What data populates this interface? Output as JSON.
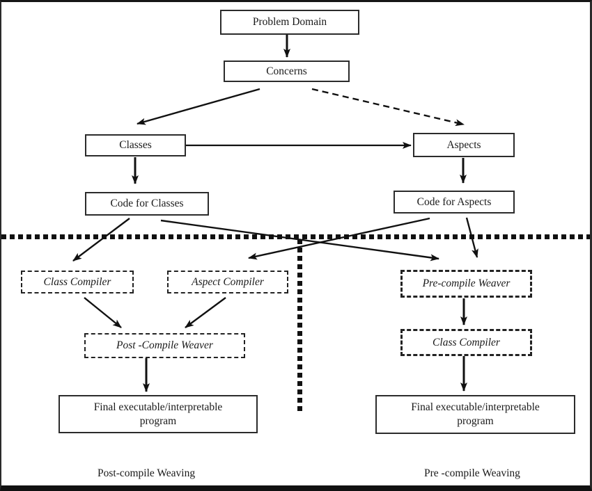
{
  "diagram": {
    "nodes": {
      "problem_domain": {
        "label": "Problem Domain"
      },
      "concerns": {
        "label": "Concerns"
      },
      "classes": {
        "label": "Classes"
      },
      "aspects": {
        "label": "Aspects"
      },
      "code_for_classes": {
        "label": "Code for Classes"
      },
      "code_for_aspects": {
        "label": "Code for Aspects"
      },
      "class_compiler_left": {
        "label": "Class Compiler"
      },
      "aspect_compiler": {
        "label": "Aspect Compiler"
      },
      "post_compile_weaver": {
        "label": "Post -Compile Weaver"
      },
      "pre_compile_weaver": {
        "label": "Pre-compile Weaver"
      },
      "class_compiler_right": {
        "label": "Class Compiler"
      },
      "final_left": {
        "line1": "Final executable/interpretable",
        "line2": "program"
      },
      "final_right": {
        "line1": "Final executable/interpretable",
        "line2": "program"
      }
    },
    "captions": {
      "left": "Post-compile Weaving",
      "right": "Pre -compile Weaving"
    },
    "colors": {
      "ink": "#111111",
      "background": "#ffffff"
    }
  }
}
